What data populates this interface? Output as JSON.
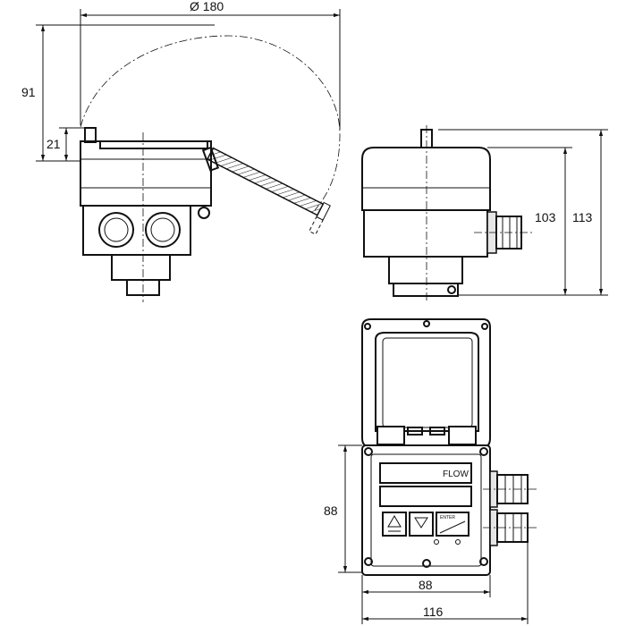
{
  "dimensions": {
    "top_diameter": "Ø 180",
    "left_height_total": "91",
    "left_height_small": "21",
    "side_height_inner": "103",
    "side_height_outer": "113",
    "front_height": "88",
    "front_width_inner": "88",
    "front_width_outer": "116"
  },
  "display": {
    "line1_label": "FLOW",
    "enter_label": "ENTER"
  },
  "colors": {
    "line": "#111111",
    "background": "#ffffff",
    "fill_light": "#e6e6e6"
  }
}
